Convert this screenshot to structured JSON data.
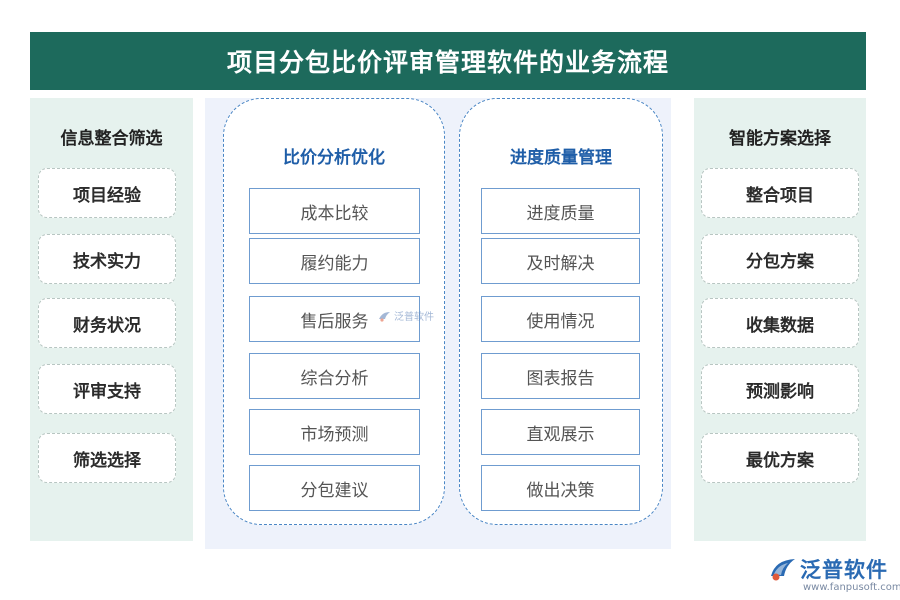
{
  "header": {
    "title": "项目分包比价评审管理软件的业务流程"
  },
  "left_panel": {
    "title": "信息整合筛选",
    "items": [
      "项目经验",
      "技术实力",
      "财务状况",
      "评审支持",
      "筛选选择"
    ]
  },
  "center": {
    "columns": [
      {
        "title": "比价分析优化",
        "items": [
          "成本比较",
          "履约能力",
          "售后服务",
          "综合分析",
          "市场预测",
          "分包建议"
        ]
      },
      {
        "title": "进度质量管理",
        "items": [
          "进度质量",
          "及时解决",
          "使用情况",
          "图表报告",
          "直观展示",
          "做出决策"
        ]
      }
    ]
  },
  "right_panel": {
    "title": "智能方案选择",
    "items": [
      "整合项目",
      "分包方案",
      "收集数据",
      "预测影响",
      "最优方案"
    ]
  },
  "watermark": {
    "text": "泛普软件"
  },
  "logo": {
    "name": "泛普软件",
    "url": "www.fanpusoft.com"
  },
  "colors": {
    "header_bg": "#1d6a5c",
    "side_bg": "#e6f2ee",
    "center_bg": "#eef2fb",
    "accent_blue": "#1f5ea8"
  }
}
